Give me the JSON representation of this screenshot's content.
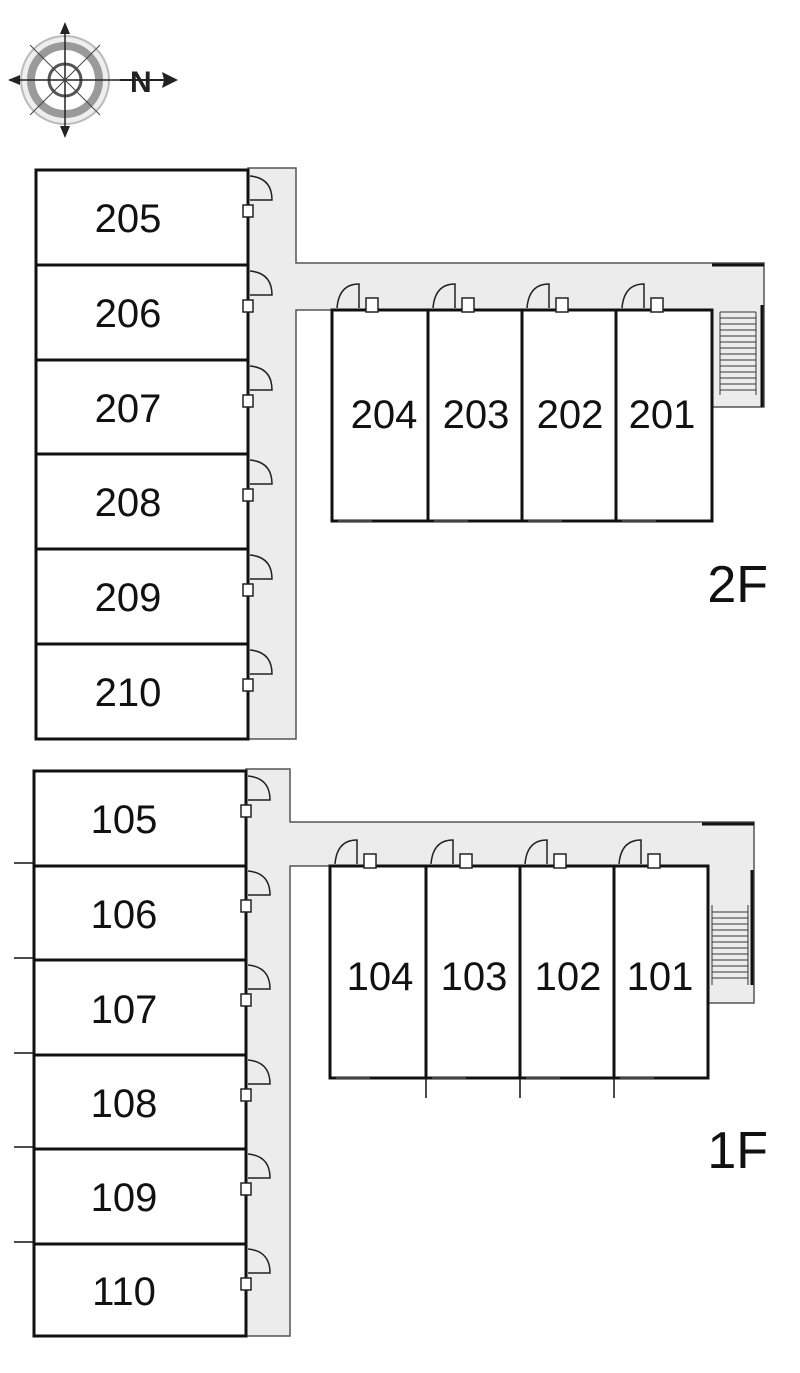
{
  "compass": {
    "north_label": "N",
    "icon": "compass-icon"
  },
  "floors": [
    {
      "label": "2F",
      "left_rooms": [
        "205",
        "206",
        "207",
        "208",
        "209",
        "210"
      ],
      "right_rooms": [
        "204",
        "203",
        "202",
        "201"
      ]
    },
    {
      "label": "1F",
      "left_rooms": [
        "105",
        "106",
        "107",
        "108",
        "109",
        "110"
      ],
      "right_rooms": [
        "104",
        "103",
        "102",
        "101"
      ]
    }
  ]
}
